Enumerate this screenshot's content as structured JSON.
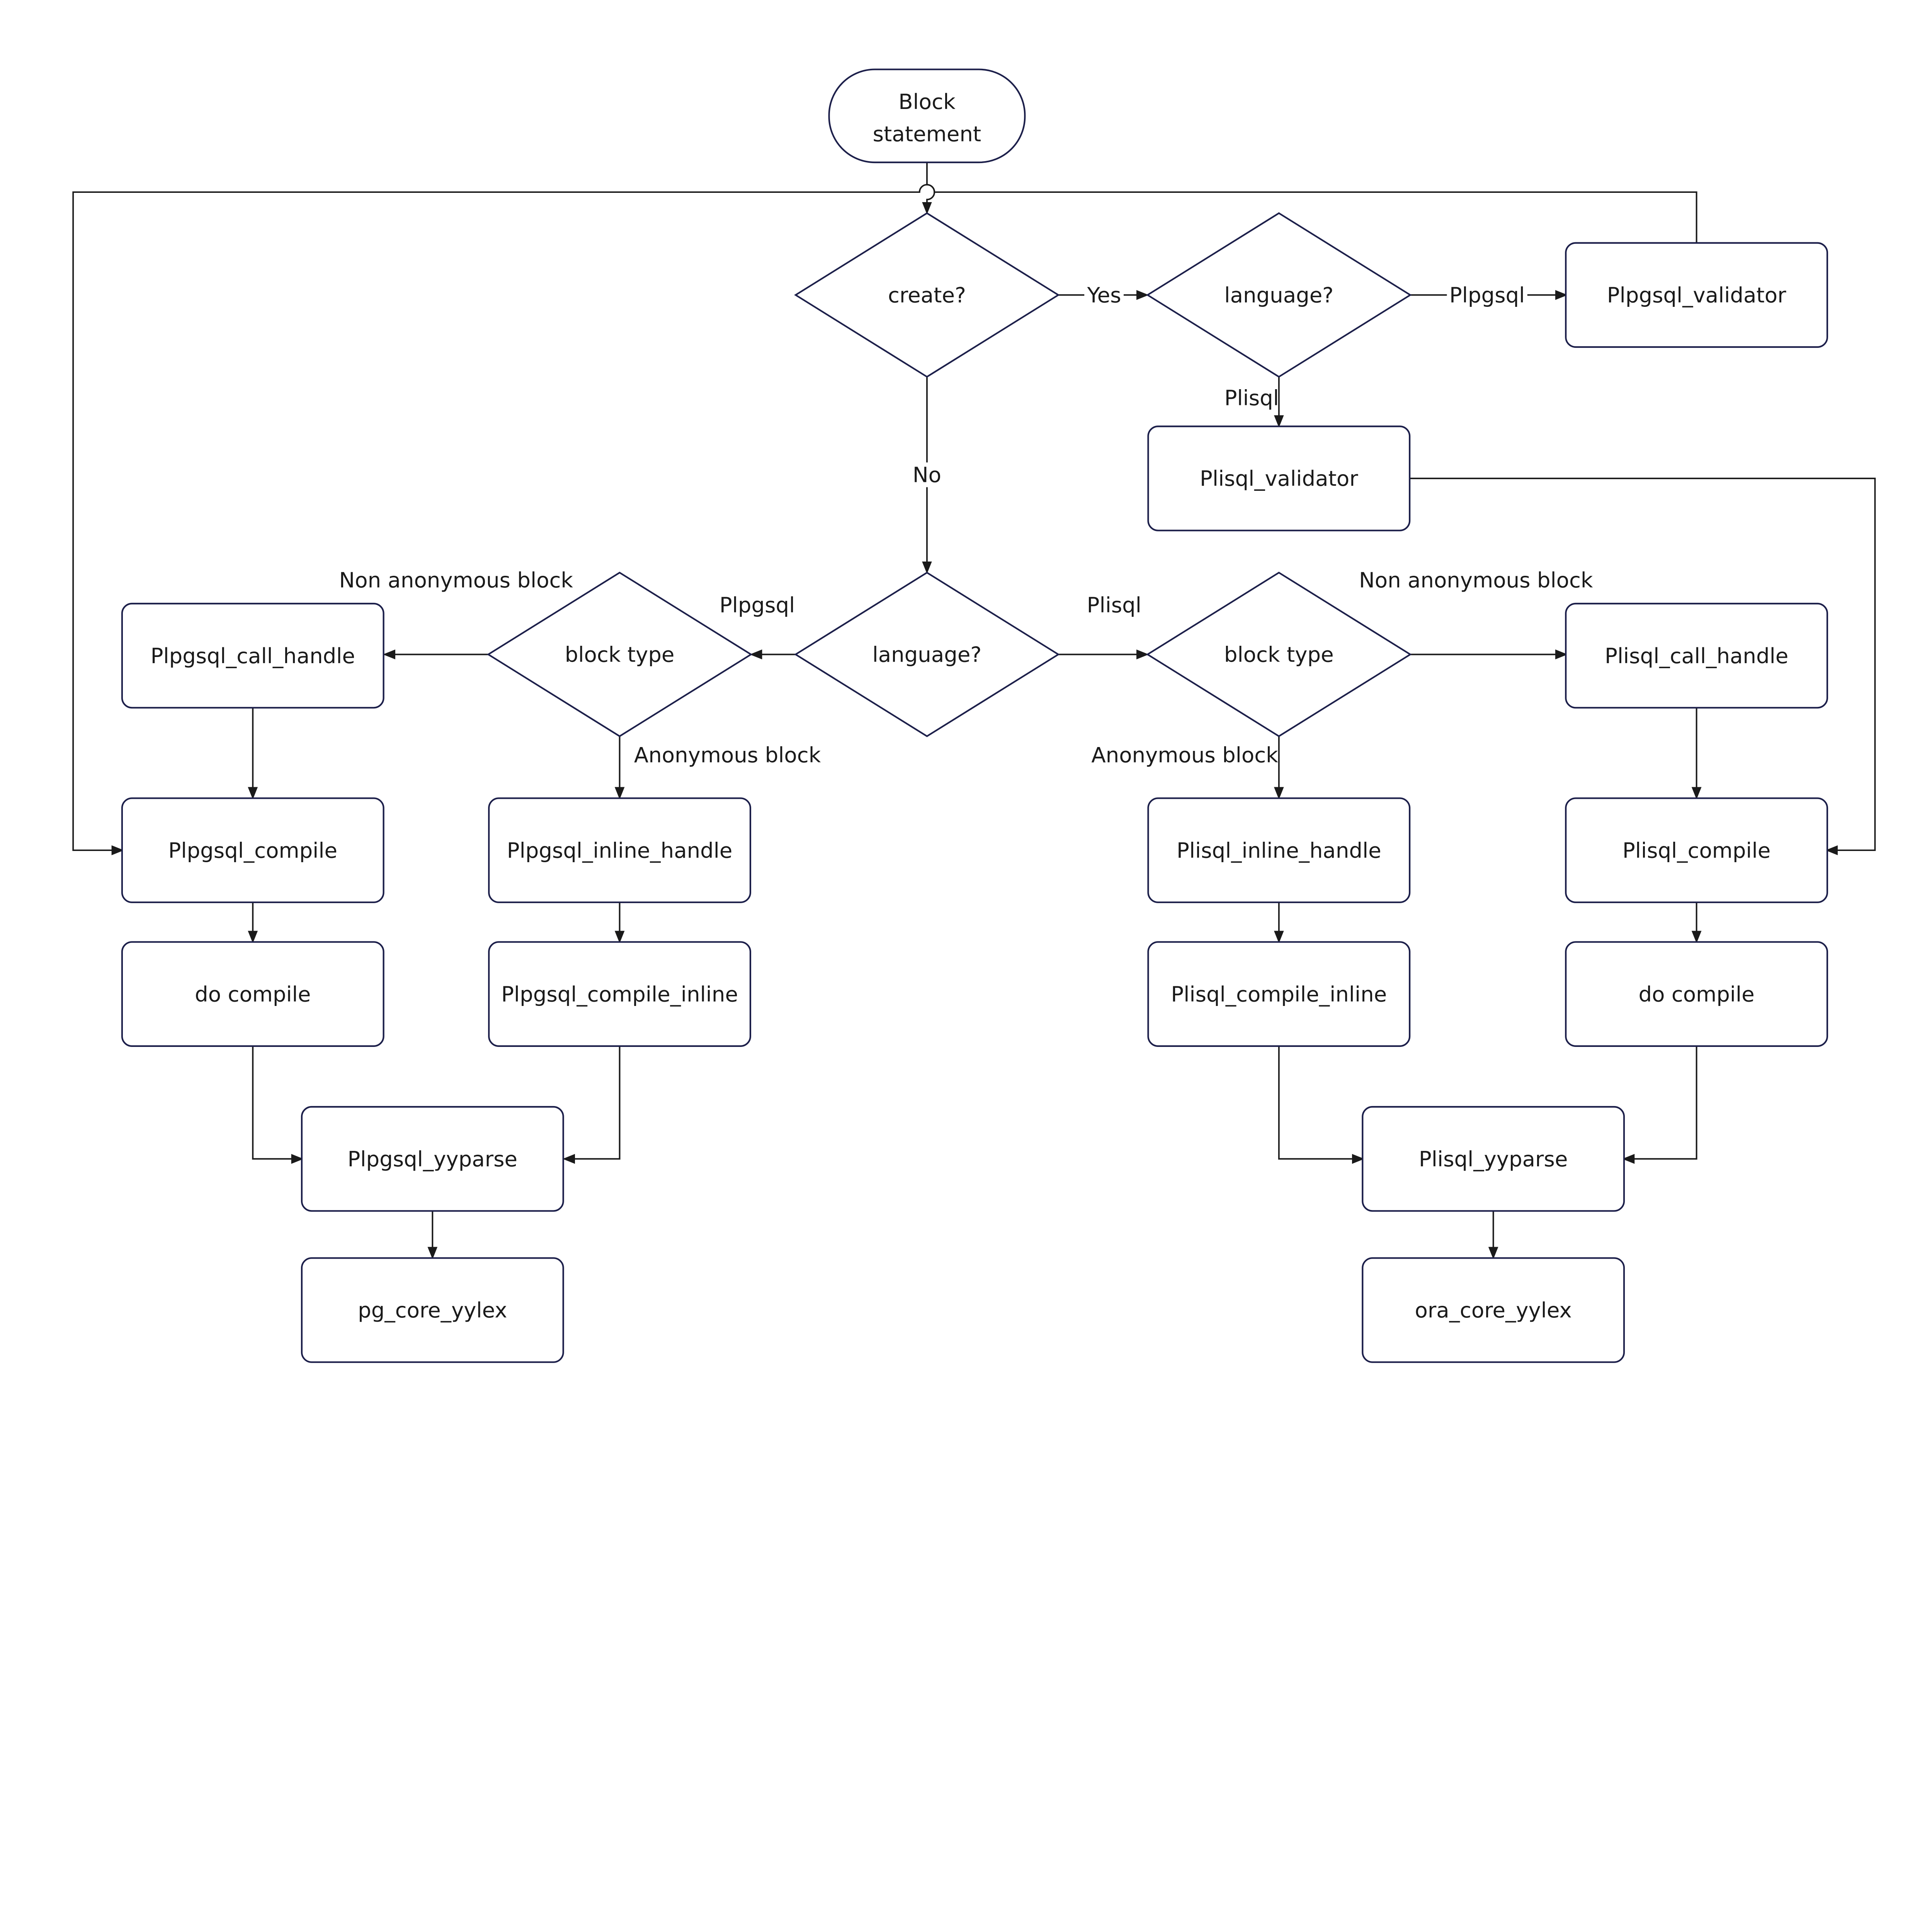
{
  "nodes": {
    "start": {
      "line1": "Block",
      "line2": "statement"
    },
    "create_decision": "create?",
    "language_decision_top": "language?",
    "language_decision_main": "language?",
    "block_type_left": "block type",
    "block_type_right": "block type",
    "plpgsql_validator": "Plpgsql_validator",
    "plisql_validator": "Plisql_validator",
    "plpgsql_call_handle": "Plpgsql_call_handle",
    "plisql_call_handle": "Plisql_call_handle",
    "plpgsql_compile": "Plpgsql_compile",
    "plpgsql_inline_handle": "Plpgsql_inline_handle",
    "plisql_inline_handle": "Plisql_inline_handle",
    "plisql_compile": "Plisql_compile",
    "do_compile_left": "do compile",
    "plpgsql_compile_inline": "Plpgsql_compile_inline",
    "plisql_compile_inline": "Plisql_compile_inline",
    "do_compile_right": "do compile",
    "plpgsql_yyparse": "Plpgsql_yyparse",
    "plisql_yyparse": "Plisql_yyparse",
    "pg_core_yylex": "pg_core_yylex",
    "ora_core_yylex": "ora_core_yylex"
  },
  "edge_labels": {
    "yes": "Yes",
    "no": "No",
    "top_plpgsql": "Plpgsql",
    "top_plisql": "Plisql",
    "main_plpgsql": "Plpgsql",
    "main_plisql": "Plisql",
    "left_non_anonymous": "Non anonymous block",
    "left_anonymous": "Anonymous block",
    "right_non_anonymous": "Non anonymous block",
    "right_anonymous": "Anonymous block"
  },
  "colors": {
    "shape_stroke": "#1c1f4a",
    "edge": "#1a1a1a"
  }
}
